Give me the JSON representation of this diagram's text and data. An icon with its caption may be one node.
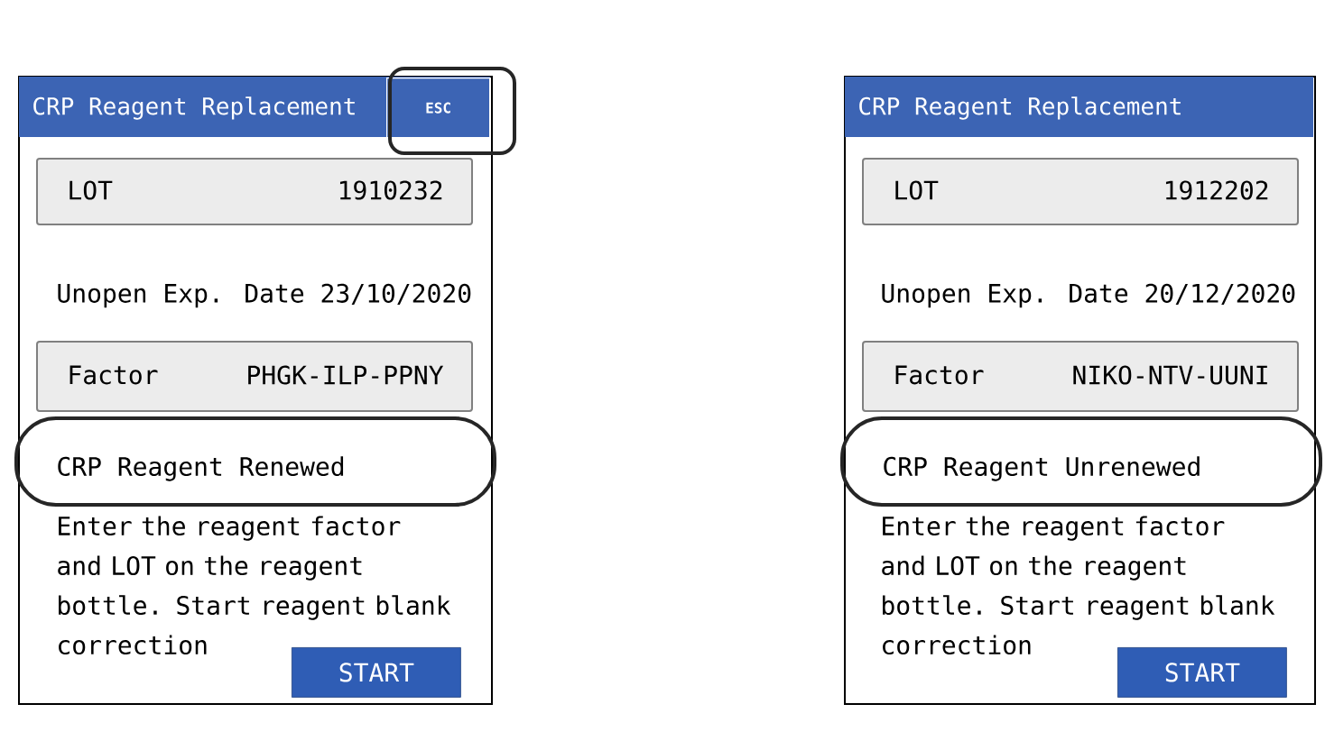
{
  "diagram": {
    "nodes": [
      {
        "text": [
          "CRP Reagent Replacement"
        ]
      },
      {
        "text": [
          "ESC"
        ],
        "in": 0
      },
      {
        "text": [
          "LOT",
          "1910232"
        ],
        "in": 0
      },
      {
        "text": [
          "Factor",
          "PHGK-ILP-PPNY"
        ],
        "in": 0
      },
      {
        "text": [
          "CRP Reagent Renewed"
        ],
        "in": 0
      },
      {
        "text": [
          "START"
        ],
        "in": 0
      },
      {
        "text": [
          "CRP Reagent Replacement"
        ]
      },
      {
        "text": [
          "LOT",
          "1912202"
        ],
        "in": 6
      },
      {
        "text": [
          "Factor",
          "NIKO-NTV-UUNI"
        ],
        "in": 6
      },
      {
        "text": [
          "CRP Reagent Unrenewed"
        ],
        "in": 6
      },
      {
        "text": [
          "START"
        ],
        "in": 6
      }
    ],
    "labels": [
      "Unopen Exp. Date 23/10/2020",
      "Enter the reagent factor and LOT on the reagent bottle. Start reagent blank correction",
      "Unopen Exp. Date 20/12/2020",
      "Enter the reagent factor and LOT on the reagent bottle. Start reagent blank correction"
    ]
  }
}
